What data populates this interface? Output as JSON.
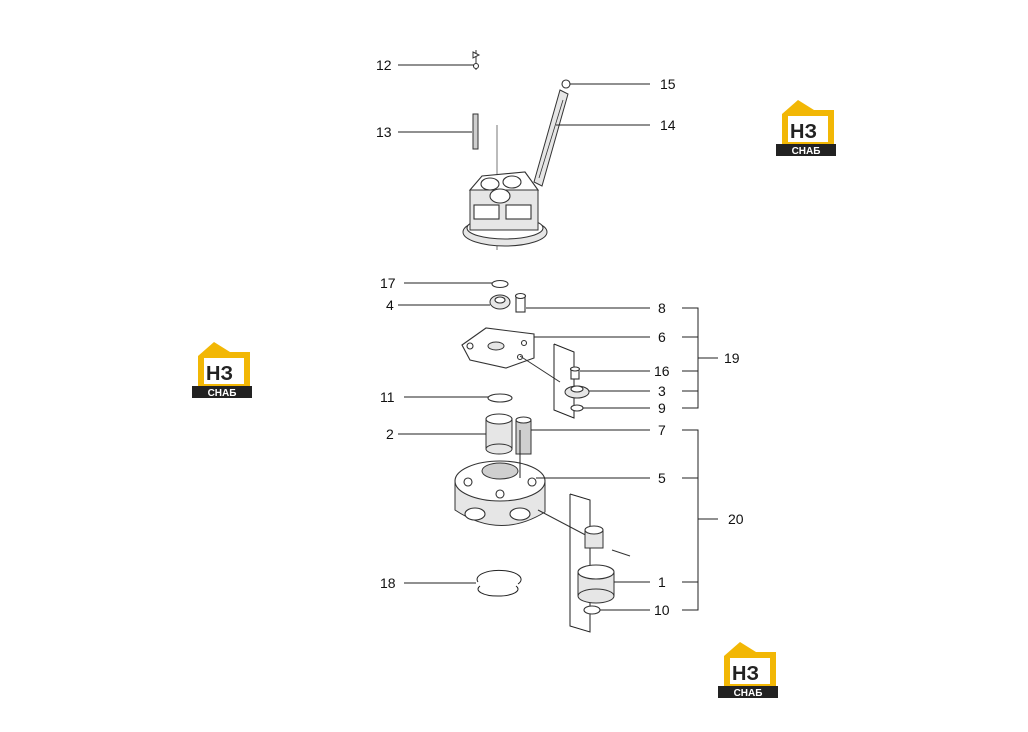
{
  "callouts": {
    "c1": "1",
    "c2": "2",
    "c3": "3",
    "c4": "4",
    "c5": "5",
    "c6": "6",
    "c7": "7",
    "c8": "8",
    "c9": "9",
    "c10": "10",
    "c11": "11",
    "c12": "12",
    "c13": "13",
    "c14": "14",
    "c15": "15",
    "c16": "16",
    "c17": "17",
    "c18": "18",
    "c19": "19",
    "c20": "20"
  },
  "logo": {
    "big_letters": "НЗ",
    "small_letters": "СНАБ",
    "accent_color": "#f2b705",
    "dark_color": "#222222"
  }
}
